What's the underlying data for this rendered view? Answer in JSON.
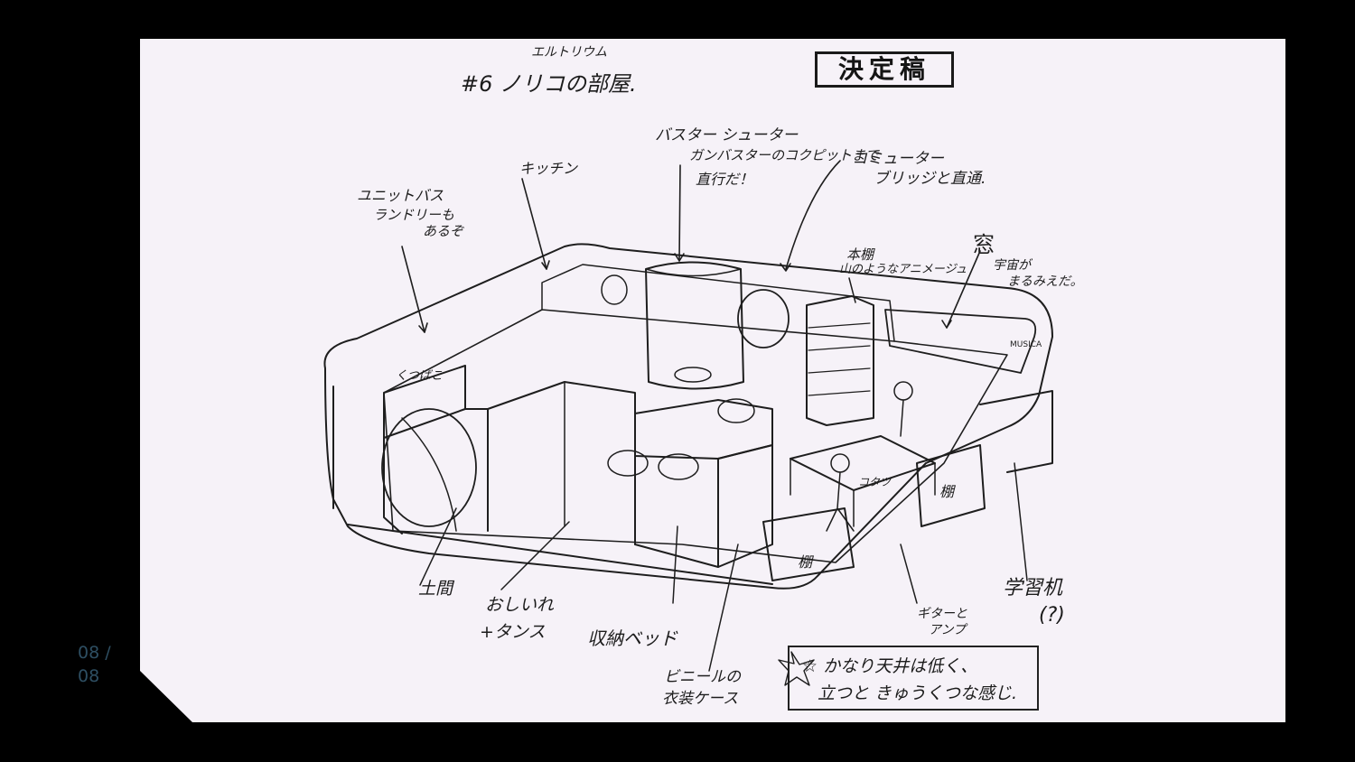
{
  "viewer": {
    "page_counter": "08 / 08"
  },
  "sheet": {
    "stamp": "決定稿",
    "title_ruby": "エルトリウム",
    "title": "#6 ノリコの部屋.",
    "labels": {
      "buster_shooter_1": "バスター シューター",
      "buster_shooter_2": "ガンバスターのコクピットまで",
      "buster_shooter_3": "直行だ！",
      "commuter_1": "コミューター",
      "commuter_2": "ブリッジと直通.",
      "kitchen": "キッチン",
      "unit_bath_1": "ユニットバス",
      "unit_bath_2": "ランドリーも",
      "unit_bath_3": "あるぞ",
      "window": "窓",
      "window_note_1": "宇宙が",
      "window_note_2": "まるみえだ。",
      "bookshelf_1": "本棚",
      "bookshelf_2": "山のようなアニメージュ",
      "shoe_box": "くつばこ",
      "kotatsu": "コタツ",
      "shelf_1": "棚",
      "shelf_2": "棚",
      "doma": "土間",
      "oshiire_1": "おしいれ",
      "oshiire_2": "+タンス",
      "storage_bed": "収納ベッド",
      "vinyl_1": "ビニールの",
      "vinyl_2": "衣装ケース",
      "guitar_1": "ギターと",
      "guitar_2": "アンプ",
      "study_desk_1": "学習机",
      "study_desk_2": "(?)",
      "musica": "MUSICA"
    },
    "note": {
      "line1": "☆ かなり天井は低く、",
      "line2": "立つと きゅうくつな感じ."
    }
  }
}
